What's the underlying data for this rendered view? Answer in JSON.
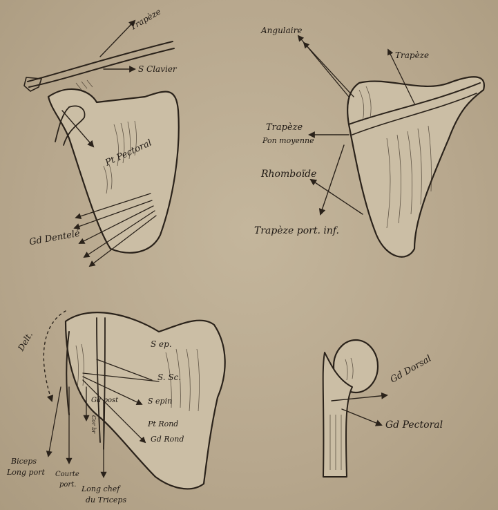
{
  "labels": {
    "trapeze_top": "Trapèze",
    "s_clavier": "S Clavier",
    "pt_pectoral": "Pt Pectoral",
    "gd_dentele": "Gd Dentelé",
    "angulaire": "Angulaire",
    "trapeze_right": "Trapèze",
    "trapeze_moyenne_1": "Trapèze",
    "trapeze_moyenne_2": "Pon moyenne",
    "rhomboide": "Rhomboïde",
    "trapeze_inf": "Trapèze port. inf.",
    "deltoide": "Delt.",
    "s_ep": "S ep.",
    "s_sc": "S. Sc.",
    "gd_post": "Gd post",
    "s_epin": "S epin",
    "pt_rond": "Pt Rond",
    "gd_rond": "Gd Rond",
    "biceps_1": "Biceps",
    "biceps_2": "Long port",
    "courte_1": "Courte",
    "courte_2": "port.",
    "long_chef_1": "Long chef",
    "long_chef_2": "du Triceps",
    "cor_br": "Cor br",
    "gd_dorsal": "Gd Dorsal",
    "gd_pectoral": "Gd Pectoral"
  }
}
